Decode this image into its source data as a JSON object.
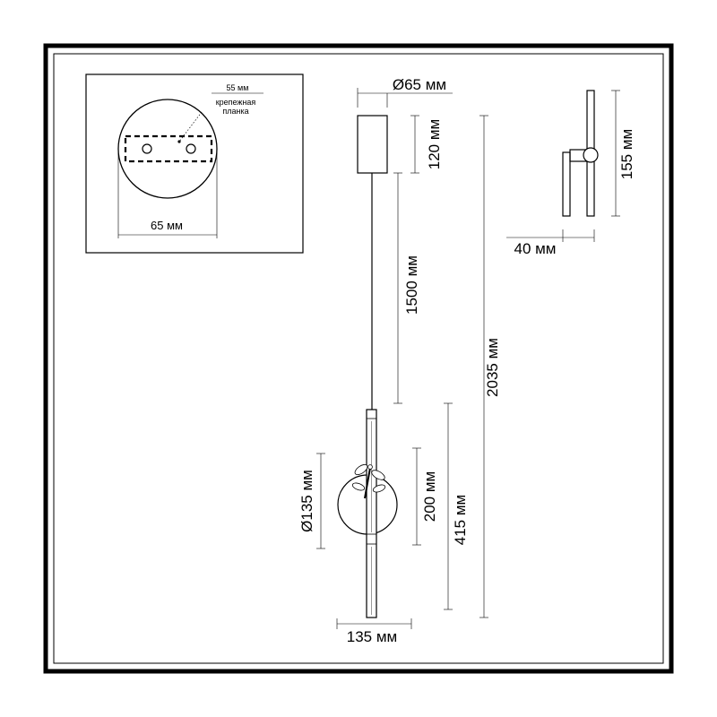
{
  "mount_detail": {
    "bracket_width": "55 мм",
    "bracket_label_line1": "крепежная",
    "bracket_label_line2": "планка",
    "canopy_width": "65 мм"
  },
  "pendant": {
    "canopy_diameter": "Ø65 мм",
    "canopy_height": "120 мм",
    "cable_length": "1500 мм",
    "total_height": "2035 мм",
    "disc_diameter": "Ø135 мм",
    "lamp_section": "200 мм",
    "lamp_height": "415 мм",
    "lamp_width": "135 мм"
  },
  "side_view": {
    "height": "155 мм",
    "depth": "40 мм"
  }
}
